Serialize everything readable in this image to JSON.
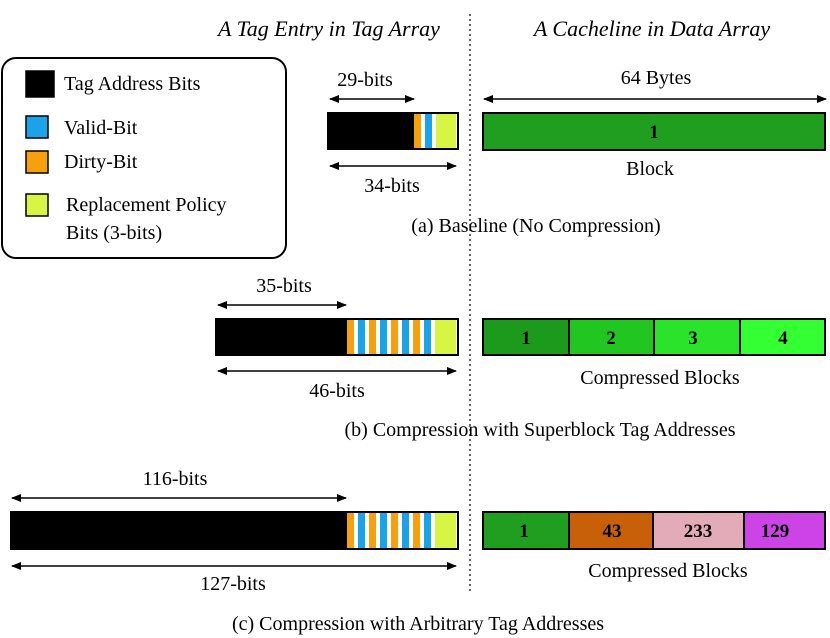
{
  "headers": {
    "tag_entry": "A Tag Entry in Tag Array",
    "cacheline": "A Cacheline in Data Array"
  },
  "legend": {
    "tag_bits": {
      "label": "Tag Address Bits",
      "color": "#000000"
    },
    "valid": {
      "label": "Valid-Bit",
      "color": "#1aa3e8"
    },
    "dirty": {
      "label": "Dirty-Bit",
      "color": "#f5a00f"
    },
    "replacement": {
      "line1": "Replacement Policy",
      "line2": "Bits (3-bits)",
      "color": "#d7f542"
    }
  },
  "scenarios": {
    "a": {
      "tag_top_label": "29-bits",
      "tag_bottom_label": "34-bits",
      "line_size_label": "64 Bytes",
      "blocks": [
        {
          "label": "1",
          "color": "#1f9e1f"
        }
      ],
      "blocks_caption": "Block",
      "caption": "(a) Baseline (No Compression)"
    },
    "b": {
      "tag_top_label": "35-bits",
      "tag_bottom_label": "46-bits",
      "blocks": [
        {
          "label": "1",
          "color": "#1b9a1b"
        },
        {
          "label": "2",
          "color": "#21c621"
        },
        {
          "label": "3",
          "color": "#2ae32a"
        },
        {
          "label": "4",
          "color": "#33ff33"
        }
      ],
      "blocks_caption": "Compressed Blocks",
      "caption": "(b) Compression with Superblock Tag Addresses"
    },
    "c": {
      "tag_top_label": "116-bits",
      "tag_bottom_label": "127-bits",
      "blocks": [
        {
          "label": "1",
          "color": "#1f9e1f"
        },
        {
          "label": "43",
          "color": "#c8600a"
        },
        {
          "label": "233",
          "color": "#e3aab8"
        },
        {
          "label": "129",
          "color": "#cc44e6"
        }
      ],
      "blocks_caption": "Compressed Blocks",
      "caption": "(c) Compression with Arbitrary Tag Addresses"
    }
  }
}
